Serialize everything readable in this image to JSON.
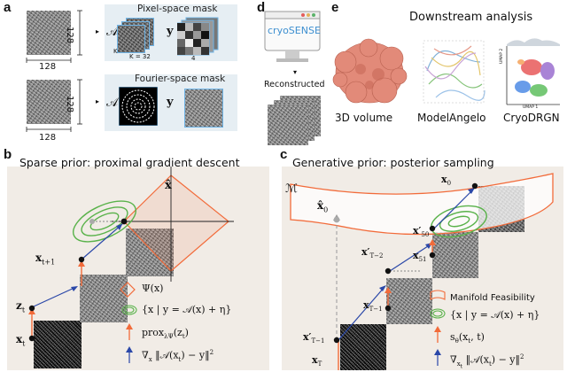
{
  "panels": {
    "a": {
      "letter": "a",
      "size_label": "128",
      "pixel_title": "Pixel-space mask",
      "fourier_title": "Fourier-space mask",
      "A_symbol": "𝒜",
      "y_symbol": "y",
      "K_label": "K",
      "K_eq": "K = 32",
      "four_label": "4"
    },
    "b": {
      "letter": "b",
      "title": "Sparse prior: proximal gradient descent"
    },
    "c": {
      "letter": "c",
      "title": "Generative prior: posterior sampling"
    },
    "d": {
      "letter": "d",
      "app_name": "cryoSENSE",
      "reconstructed": "Reconstructed"
    },
    "e": {
      "letter": "e",
      "title": "Downstream analysis",
      "items": [
        "3D volume",
        "ModelAngelo",
        "CryoDRGN"
      ],
      "umap1": "UMAP 1",
      "umap2": "UMAP 2"
    }
  },
  "b_labels": {
    "xhat": "x̂",
    "x_t1": "x",
    "x_t1_sub": "t+1",
    "z_t": "z",
    "z_t_sub": "t",
    "x_t": "x",
    "x_t_sub": "t"
  },
  "b_legend": [
    "Ψ(x)",
    "{x | y = 𝒜(x) + η}",
    "prox",
    "∇",
    "‖𝒜(x",
    "λΨ",
    "(z",
    "t",
    ") − y‖",
    "x",
    "2"
  ],
  "c_labels": {
    "M": "ℳ",
    "x0hat": "x̂",
    "x0hat_sub": "0",
    "x0": "x",
    "x0_sub": "0",
    "x50p": "x′",
    "x50p_sub": "50",
    "x51": "x",
    "x51_sub": "51",
    "xT2p": "x′",
    "xT2p_sub": "T−2",
    "xT1": "x",
    "xT1_sub": "T−1",
    "xT1p": "x′",
    "xT1p_sub": "T−1",
    "xT": "x",
    "xT_sub": "T"
  },
  "c_legend": {
    "manifold": "Manifold Feasibility",
    "set": "{x | y = 𝒜(x) + η}",
    "score": "s",
    "score_rest": "(x",
    "score_t": ", t)",
    "grad": "∇",
    "grad_rest": "‖𝒜(x",
    "grad_end": ") − y‖",
    "theta": "θ",
    "t": "t",
    "two": "2"
  },
  "colors": {
    "panel_bg": "#f1ece6",
    "accent_orange": "#f26b3a",
    "green": "#59b24a",
    "blue": "#2a47a8",
    "mask_blue": "#6fb4e6",
    "volume": "#e28a79"
  }
}
